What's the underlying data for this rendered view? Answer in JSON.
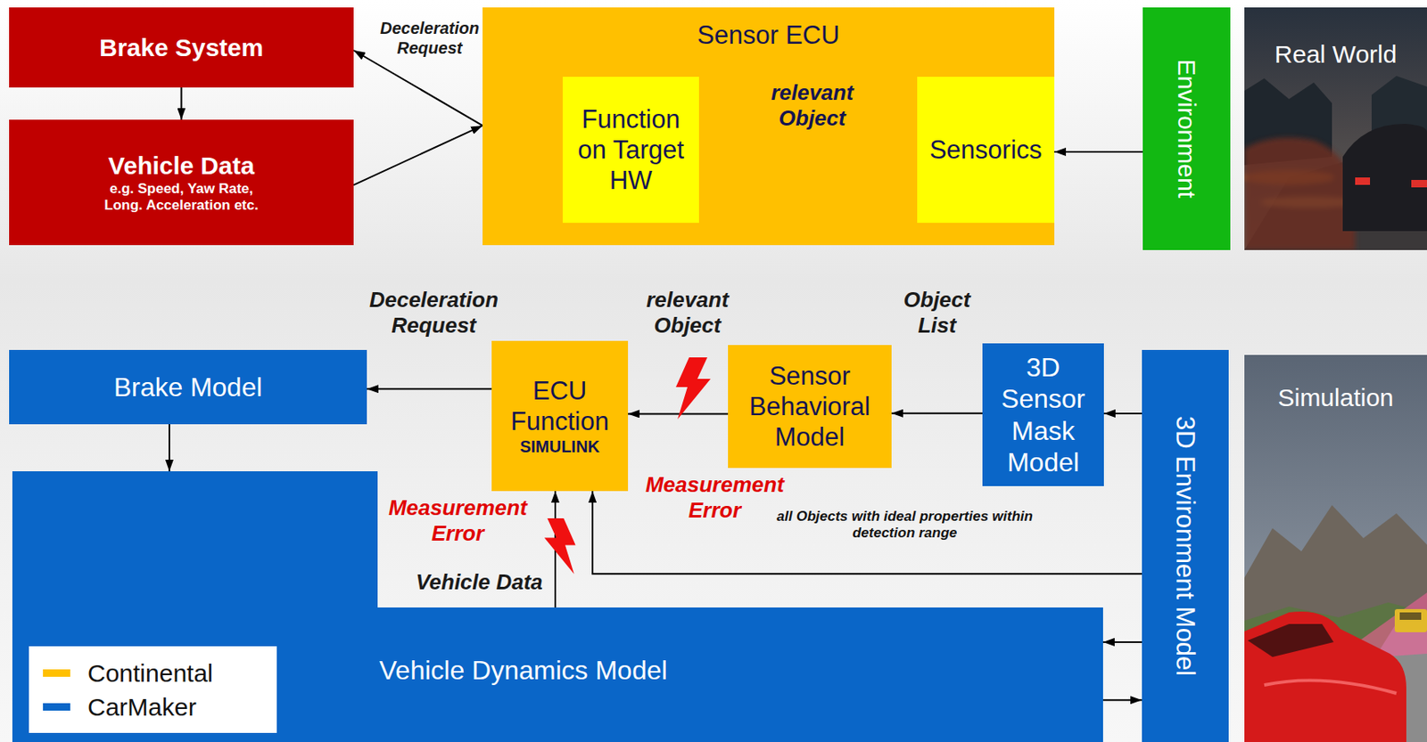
{
  "diagram": {
    "nodes": [
      {
        "text": [
          "Brake System"
        ]
      },
      {
        "text": [
          "Sensor ECU"
        ]
      },
      {
        "text": [
          "Function on Target HW"
        ],
        "in": 1
      },
      {
        "text": [
          "Sensorics"
        ],
        "in": 1
      },
      {
        "text": [
          "Environment"
        ]
      },
      {
        "text": [
          "Real World"
        ]
      },
      {
        "text": [
          "Vehicle Data",
          "e.g. Speed, Yaw Rate, Long. Acceleration etc."
        ]
      },
      {
        "text": [
          "Brake Model"
        ]
      },
      {
        "text": [
          "ECU Function",
          "SIMULINK"
        ]
      },
      {
        "text": [
          "Sensor Behavioral Model"
        ]
      },
      {
        "text": [
          "3D Sensor Mask Model"
        ]
      },
      {
        "text": [
          "3D Environment Model"
        ]
      },
      {
        "text": [
          "Simulation"
        ]
      },
      {
        "text": [
          "Vehicle Dynamics Model"
        ]
      }
    ],
    "edges": [
      {
        "from": 0,
        "to": 6,
        "arrow": "to"
      },
      {
        "from": 1,
        "to": 0,
        "label": "Deceleration Request",
        "arrow": "to"
      },
      {
        "from": 6,
        "to": 1,
        "arrow": "to"
      },
      {
        "from": 3,
        "to": 2,
        "label": "relevant Object",
        "arrow": "to"
      },
      {
        "from": 4,
        "to": 3,
        "arrow": "to"
      },
      {
        "from": 8,
        "to": 7,
        "label": "Deceleration Request",
        "arrow": "to"
      },
      {
        "from": 9,
        "to": 8,
        "label": "relevant Object",
        "arrow": "to"
      },
      {
        "from": 10,
        "to": 9,
        "label": "Object List",
        "arrow": "to"
      },
      {
        "from": 11,
        "to": 10,
        "arrow": "to"
      },
      {
        "from": 7,
        "to": 13,
        "arrow": "to"
      },
      {
        "from": 13,
        "to": 8,
        "label": "Vehicle Data",
        "arrow": "to"
      },
      {
        "from": 11,
        "to": 8,
        "arrow": "to"
      },
      {
        "from": 11,
        "to": 13,
        "arrow": "to"
      },
      {
        "from": 13,
        "to": 11,
        "arrow": "to"
      }
    ],
    "labels": [
      "Measurement Error",
      "Measurement Error",
      "all Objects with ideal properties within detection range"
    ],
    "legend": [
      {
        "text": "Continental",
        "color": "#ffc000"
      },
      {
        "text": "CarMaker",
        "color": "#0a66c8"
      }
    ]
  }
}
